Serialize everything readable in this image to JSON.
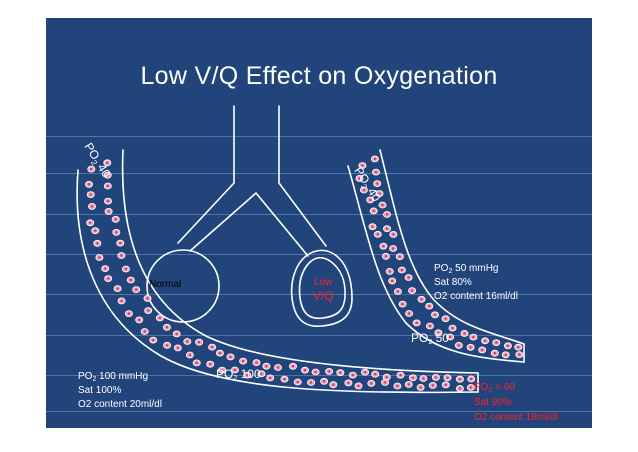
{
  "title": "Low V/Q Effect on Oxygenation",
  "colors": {
    "slide_bg": "#21457b",
    "grid": "#5a7bb0",
    "line": "#ffffff",
    "cell_fill": "#e8a8bf",
    "cell_core": "#d0385a",
    "alert": "#ff2020"
  },
  "lungs": {
    "normal": {
      "label": "Normal"
    },
    "low": {
      "label_line1": "Low",
      "label_line2": "V/Q"
    }
  },
  "left_capillary": {
    "po2_prefix": "PO",
    "po2_sub": "2",
    "po2_value": "40",
    "end_prefix": "PO",
    "end_sub": "2",
    "end_value": "100"
  },
  "right_capillary": {
    "po2_prefix": "PO",
    "po2_sub": "2",
    "po2_value": "40",
    "end_prefix": "PO",
    "end_sub": "2",
    "end_value": "50"
  },
  "right_info": {
    "po2_prefix": "PO",
    "po2_sub": "2",
    "po2_value": "50 mmHg",
    "sat": "Sat 80%",
    "content": "O2 content 16ml/dl"
  },
  "left_info": {
    "po2_prefix": "PO",
    "po2_sub": "2",
    "po2_value": "100 mmHg",
    "sat": "Sat 100%",
    "content": "O2 content 20ml/dl"
  },
  "mixed_info": {
    "po2_prefix": "PO",
    "po2_sub": "2",
    "po2_value": "= 60",
    "sat": "Sat 90%",
    "content": "O2 content 18ml/dl"
  }
}
